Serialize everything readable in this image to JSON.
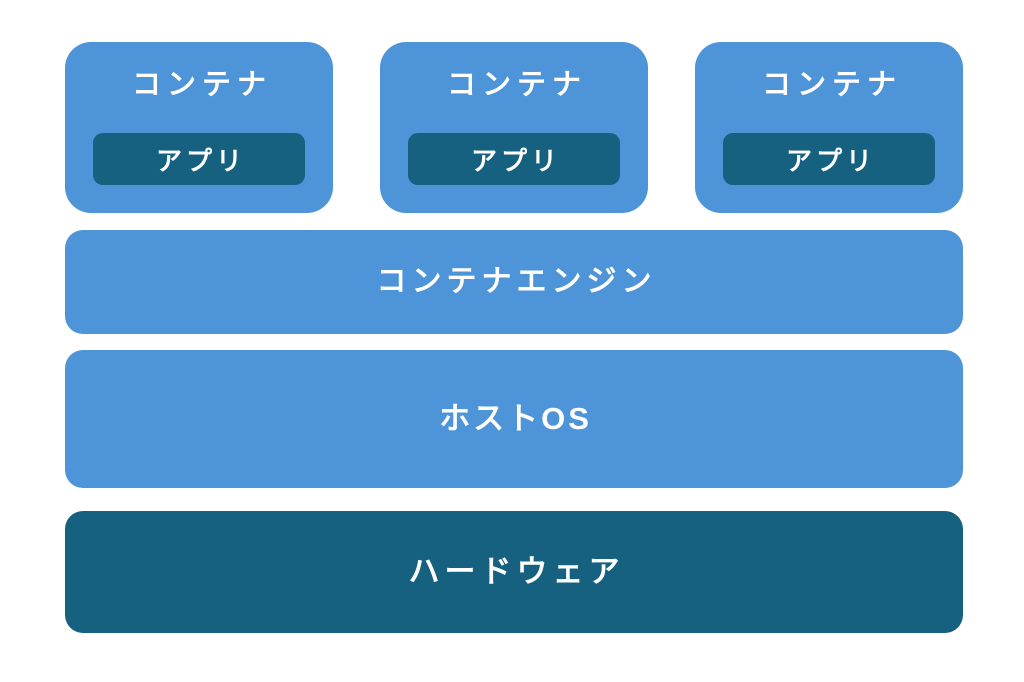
{
  "diagram": {
    "containers": [
      {
        "label": "コンテナ",
        "app": "アプリ"
      },
      {
        "label": "コンテナ",
        "app": "アプリ"
      },
      {
        "label": "コンテナ",
        "app": "アプリ"
      }
    ],
    "layers": [
      {
        "label": "コンテナエンジン"
      },
      {
        "label": "ホストOS"
      },
      {
        "label": "ハードウェア"
      }
    ],
    "colors": {
      "blue": "#4E94D8",
      "teal": "#176180",
      "text": "#FFFFFF",
      "background": "#FFFFFF"
    }
  }
}
